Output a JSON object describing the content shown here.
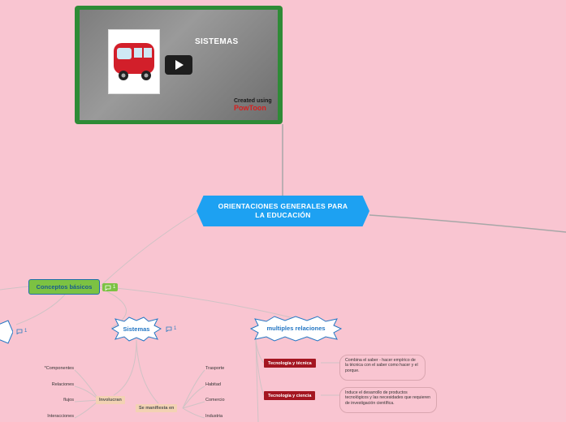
{
  "video": {
    "title": "SISTEMAS",
    "brand_small": "Created using",
    "brand": "PowToon"
  },
  "central_node": {
    "label": "ORIENTACIONES GENERALES PARA LA EDUCACIÓN"
  },
  "conceptos": {
    "label": "Conceptos básicos",
    "comment_count": "1"
  },
  "left_partial": {
    "comment_count": "1"
  },
  "sistemas": {
    "label": "Sistemas",
    "comment_count": "1"
  },
  "multiples": {
    "label": "multiples relaciones"
  },
  "involucran": {
    "label": "Involucran",
    "items": [
      "*Componentes",
      "Relaciones",
      "flujos",
      "Interacciones"
    ]
  },
  "manifiesta": {
    "label": "Se manifiesta en",
    "items": [
      "Trasporte",
      "Habitad",
      "Comercio",
      "Industria"
    ]
  },
  "relaciones": [
    {
      "label": "Tecnología y técnica",
      "description": "Combina el saber - hacer empírico de la técnica con el saber como hacer y el porque."
    },
    {
      "label": "Tecnología y ciencia",
      "description": "Induce el desarrollo de productos tecnológicos y las necesidades que requieren de investigación científica."
    }
  ],
  "colors": {
    "background": "#f9c5d1",
    "central": "#1da1f2",
    "conceptos_fill": "#7cc242",
    "video_border": "#2e8b36",
    "red_tag": "#a41621",
    "tag_fill": "#f3d2b4"
  }
}
